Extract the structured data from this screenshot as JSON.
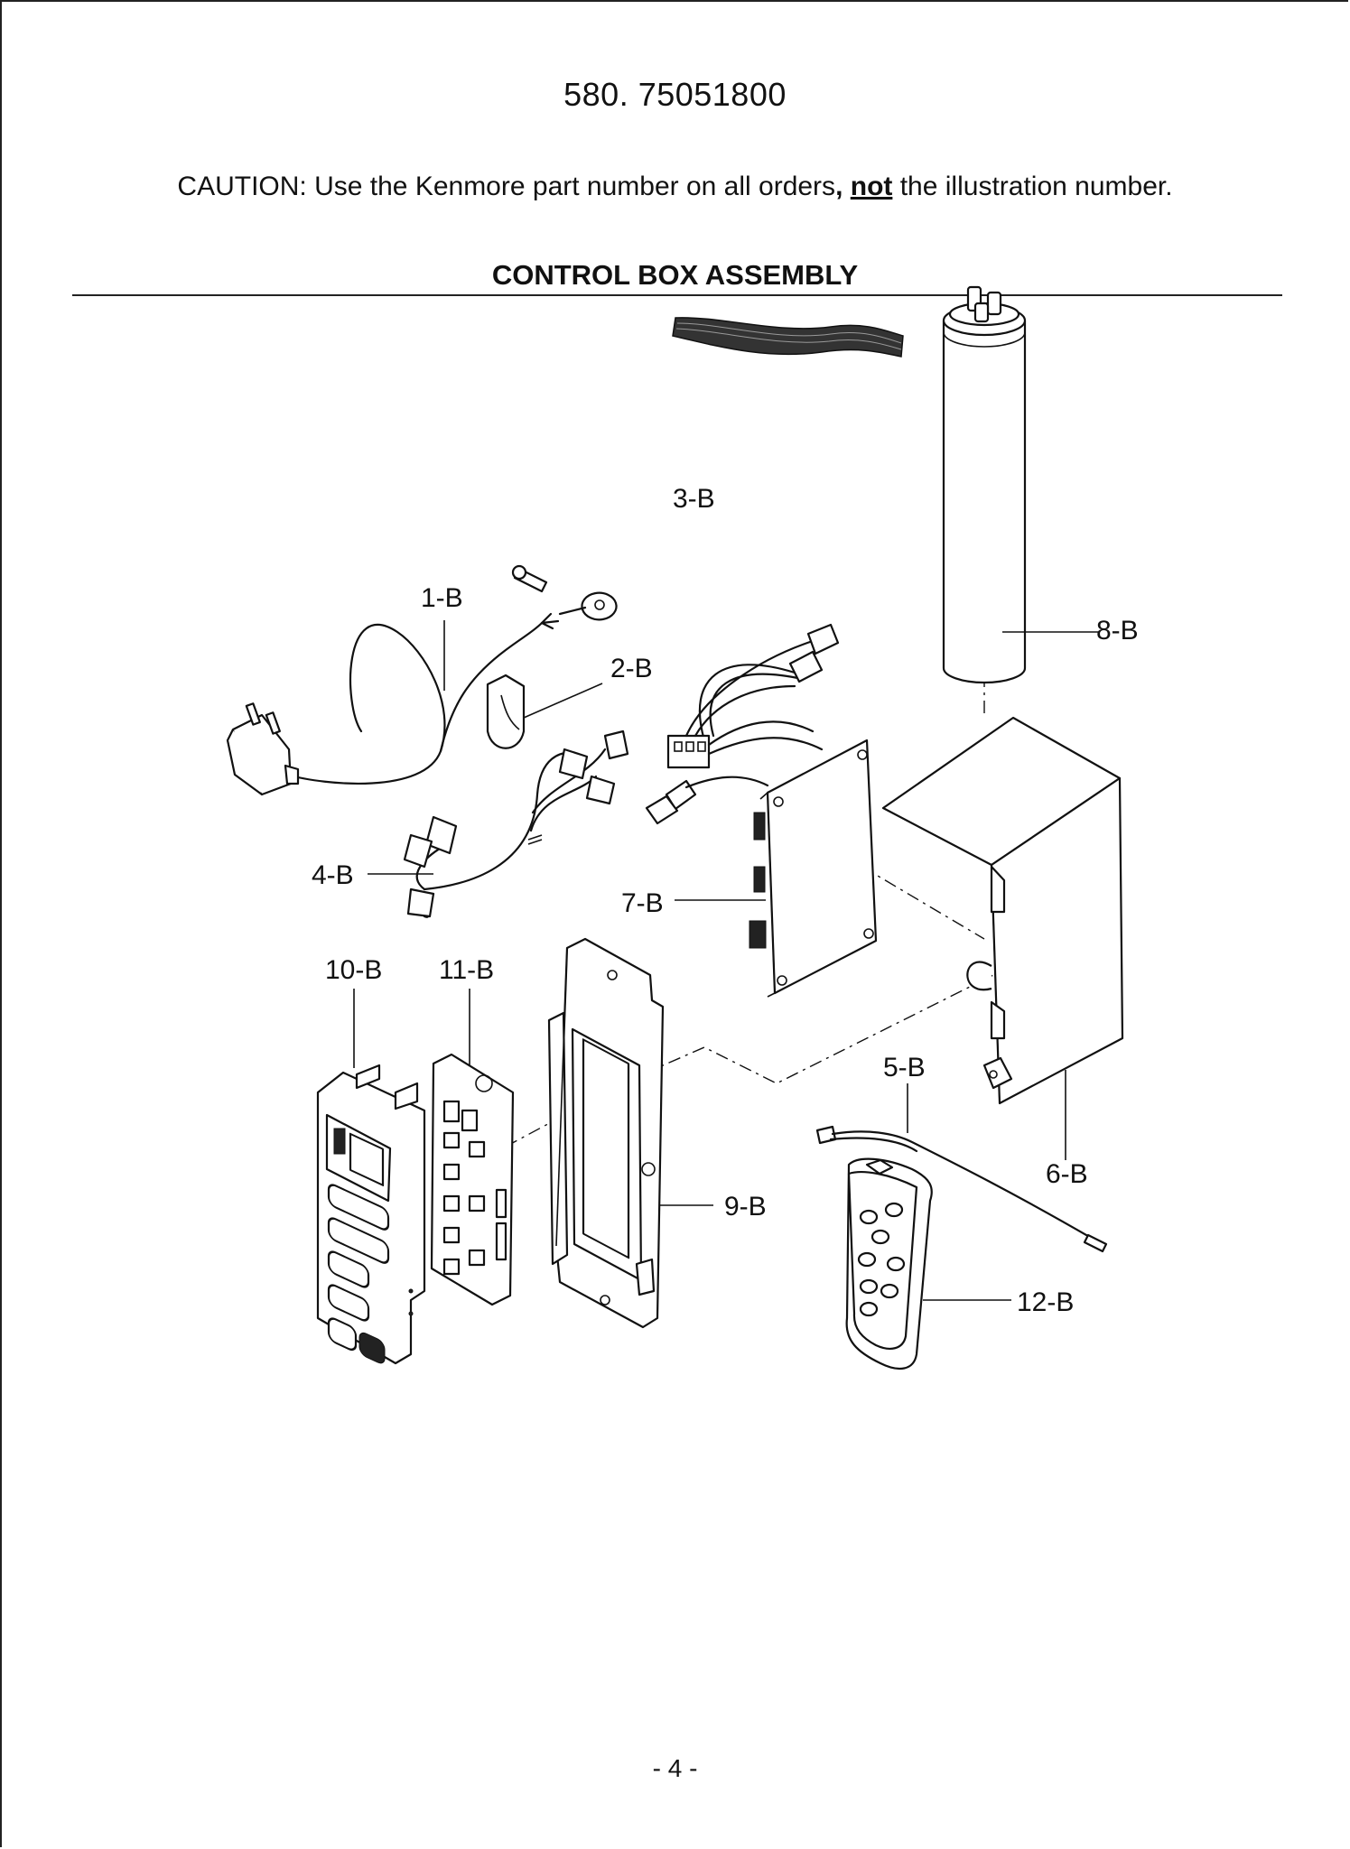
{
  "header": {
    "model_number": "580. 75051800",
    "caution_prefix": "CAUTION: Use the Kenmore part number on all orders",
    "caution_comma": ",",
    "caution_emphasis": "not",
    "caution_suffix": " the illustration number.",
    "section_title": "CONTROL BOX ASSEMBLY"
  },
  "callouts": [
    "1-B",
    "2-B",
    "3-B",
    "4-B",
    "5-B",
    "6-B",
    "7-B",
    "8-B",
    "9-B",
    "10-B",
    "11-B",
    "12-B"
  ],
  "footer": {
    "page_number": "- 4 -"
  }
}
